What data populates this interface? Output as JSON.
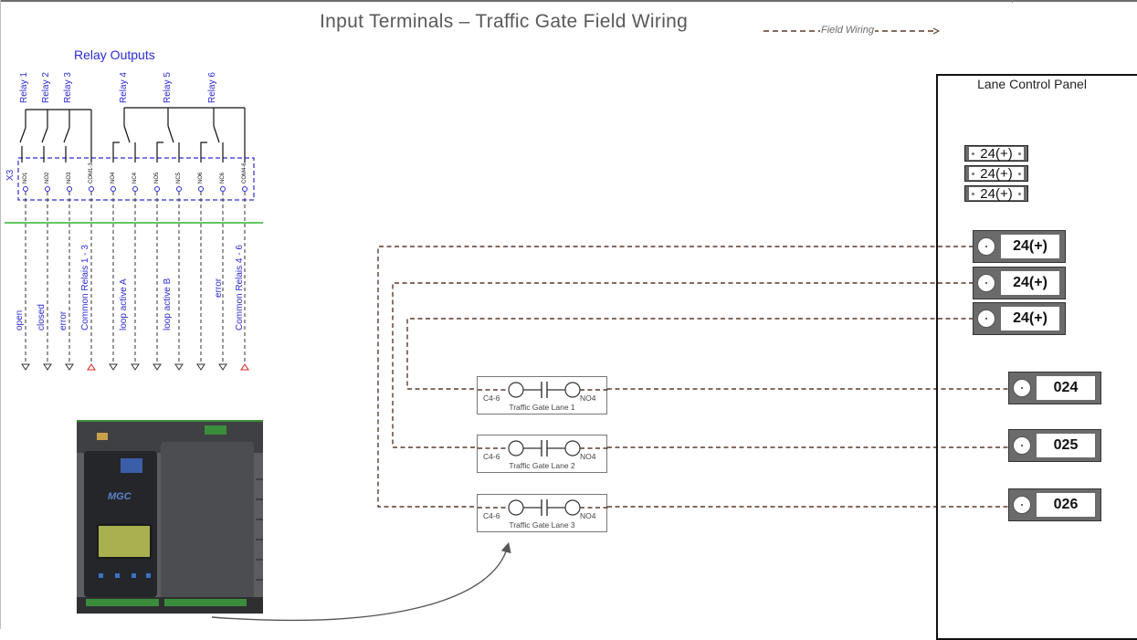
{
  "title": "Input Terminals – Traffic Gate Field Wiring",
  "legend": {
    "label": "Field Wiring"
  },
  "colors": {
    "wire": "#5b3a29",
    "relay_text": "#2b2bd4",
    "divider": "#2fb52f",
    "terminal_body": "#6b6b6b"
  },
  "panel": {
    "title": "Lane Control Panel",
    "small_terminals": [
      "24(+)",
      "24(+)",
      "24(+)"
    ],
    "supply_terminals": [
      "24(+)",
      "24(+)",
      "24(+)"
    ],
    "input_terminals": [
      "024",
      "025",
      "026"
    ]
  },
  "contacts": [
    {
      "left": "C4-6",
      "right": "NO4",
      "caption": "Traffic Gate Lane 1"
    },
    {
      "left": "C4-6",
      "right": "NO4",
      "caption": "Traffic Gate Lane 2"
    },
    {
      "left": "C4-6",
      "right": "NO4",
      "caption": "Traffic Gate Lane 3"
    }
  ],
  "relay_block": {
    "title": "Relay Outputs",
    "connector": "X3",
    "relays": [
      "Relay 1",
      "Relay 2",
      "Relay 3",
      "Relay 4",
      "Relay 5",
      "Relay 6"
    ],
    "terminals": [
      "NO1",
      "NO2",
      "NO3",
      "COM1-3",
      "NO4",
      "NC4",
      "NO5",
      "NC5",
      "NO6",
      "NC6",
      "COM4-6"
    ],
    "functions": [
      "open",
      "closed",
      "error",
      "Common Relais 1 - 3",
      "loop active A",
      "loop active B",
      "error",
      "Common Relais 4 - 6"
    ]
  },
  "device": {
    "brand": "MGC",
    "icon": "mgc-controller-photo"
  }
}
